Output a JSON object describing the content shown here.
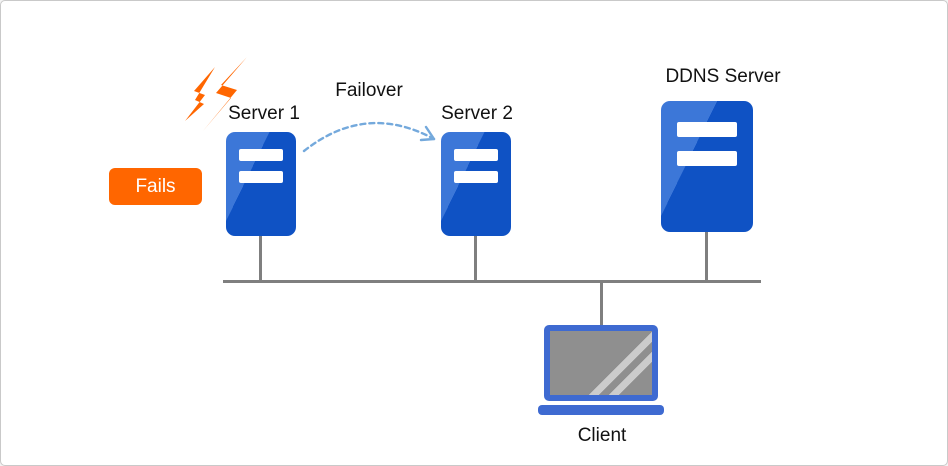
{
  "diagram": {
    "type": "network-failover-diagram",
    "nodes": {
      "server1": {
        "label": "Server 1"
      },
      "server2": {
        "label": "Server 2"
      },
      "ddns_server": {
        "label": "DDNS Server"
      },
      "client": {
        "label": "Client"
      }
    },
    "annotations": {
      "failover_label": "Failover",
      "fails_badge": "Fails"
    },
    "colors": {
      "server_blue": "#0f52c4",
      "server_highlight_blue": "#3c77d8",
      "accent_orange": "#ff6600",
      "failover_arc_blue": "#74a9dc",
      "network_line_gray": "#7f7f7f",
      "laptop_blue": "#3e6ad1",
      "laptop_screen_gray": "#8f8f8f",
      "label_text": "#111111",
      "badge_text": "#ffffff"
    }
  }
}
